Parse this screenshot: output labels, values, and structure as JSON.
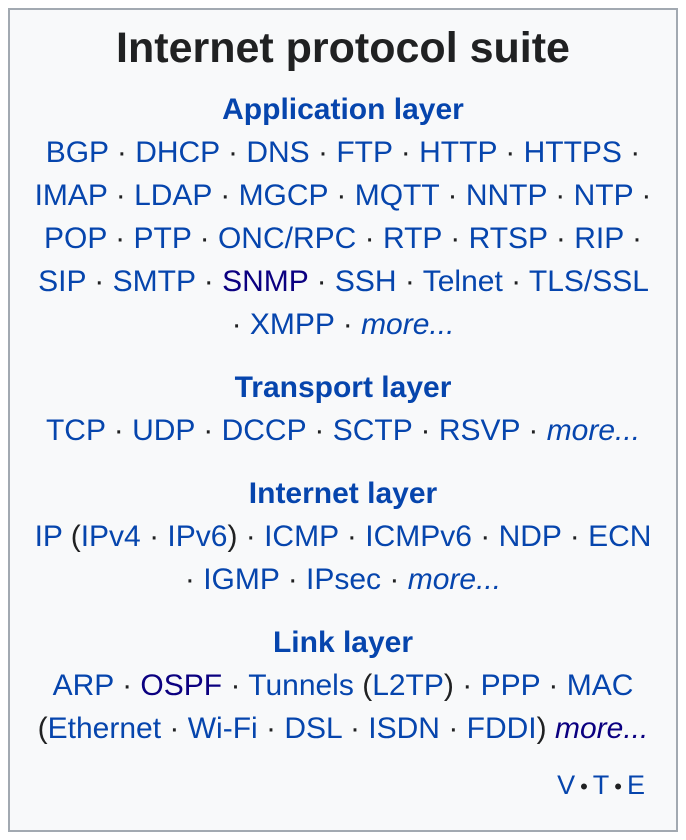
{
  "title": "Internet protocol suite",
  "colors": {
    "box_background": "#f8f9fa",
    "box_border": "#a2a9b1",
    "link": "#0645ad",
    "visited_link": "#0b0080",
    "text": "#202122"
  },
  "sections": [
    {
      "header": "Application layer",
      "tokens": [
        {
          "v": "BGP",
          "t": "link"
        },
        {
          "v": " · ",
          "t": "text"
        },
        {
          "v": "DHCP",
          "t": "link"
        },
        {
          "v": " · ",
          "t": "text"
        },
        {
          "v": "DNS",
          "t": "link"
        },
        {
          "v": " · ",
          "t": "text"
        },
        {
          "v": "FTP",
          "t": "link"
        },
        {
          "v": " · ",
          "t": "text"
        },
        {
          "v": "HTTP",
          "t": "link"
        },
        {
          "v": " · ",
          "t": "text"
        },
        {
          "v": "HTTPS",
          "t": "link"
        },
        {
          "v": " · ",
          "t": "text"
        },
        {
          "v": "IMAP",
          "t": "link"
        },
        {
          "v": " · ",
          "t": "text"
        },
        {
          "v": "LDAP",
          "t": "link"
        },
        {
          "v": " · ",
          "t": "text"
        },
        {
          "v": "MGCP",
          "t": "link"
        },
        {
          "v": " · ",
          "t": "text"
        },
        {
          "v": "MQTT",
          "t": "link"
        },
        {
          "v": " · ",
          "t": "text"
        },
        {
          "v": "NNTP",
          "t": "link"
        },
        {
          "v": " · ",
          "t": "text"
        },
        {
          "v": "NTP",
          "t": "link"
        },
        {
          "v": " · ",
          "t": "text"
        },
        {
          "v": "POP",
          "t": "link"
        },
        {
          "v": " · ",
          "t": "text"
        },
        {
          "v": "PTP",
          "t": "link"
        },
        {
          "v": " · ",
          "t": "text"
        },
        {
          "v": "ONC/RPC",
          "t": "link"
        },
        {
          "v": " · ",
          "t": "text"
        },
        {
          "v": "RTP",
          "t": "link"
        },
        {
          "v": " · ",
          "t": "text"
        },
        {
          "v": "RTSP",
          "t": "link"
        },
        {
          "v": " · ",
          "t": "text"
        },
        {
          "v": "RIP",
          "t": "link"
        },
        {
          "v": " · ",
          "t": "text"
        },
        {
          "v": "SIP",
          "t": "link"
        },
        {
          "v": " · ",
          "t": "text"
        },
        {
          "v": "SMTP",
          "t": "link"
        },
        {
          "v": " · ",
          "t": "text"
        },
        {
          "v": "SNMP",
          "t": "visited"
        },
        {
          "v": " · ",
          "t": "text"
        },
        {
          "v": "SSH",
          "t": "link"
        },
        {
          "v": " · ",
          "t": "text"
        },
        {
          "v": "Telnet",
          "t": "link"
        },
        {
          "v": " · ",
          "t": "text"
        },
        {
          "v": "TLS/SSL",
          "t": "link"
        },
        {
          "v": " · ",
          "t": "text"
        },
        {
          "v": "XMPP",
          "t": "link"
        },
        {
          "v": " · ",
          "t": "text"
        },
        {
          "v": "more...",
          "t": "more"
        }
      ]
    },
    {
      "header": "Transport layer",
      "tokens": [
        {
          "v": "TCP",
          "t": "link"
        },
        {
          "v": " · ",
          "t": "text"
        },
        {
          "v": "UDP",
          "t": "link"
        },
        {
          "v": " · ",
          "t": "text"
        },
        {
          "v": "DCCP",
          "t": "link"
        },
        {
          "v": " · ",
          "t": "text"
        },
        {
          "v": "SCTP",
          "t": "link"
        },
        {
          "v": " · ",
          "t": "text"
        },
        {
          "v": "RSVP",
          "t": "link"
        },
        {
          "v": " · ",
          "t": "text"
        },
        {
          "v": "more...",
          "t": "more"
        }
      ]
    },
    {
      "header": "Internet layer",
      "tokens": [
        {
          "v": "IP",
          "t": "link"
        },
        {
          "v": " (",
          "t": "text"
        },
        {
          "v": "IPv4",
          "t": "link"
        },
        {
          "v": " · ",
          "t": "text"
        },
        {
          "v": "IPv6",
          "t": "link"
        },
        {
          "v": ") · ",
          "t": "text"
        },
        {
          "v": "ICMP",
          "t": "link"
        },
        {
          "v": " · ",
          "t": "text"
        },
        {
          "v": "ICMPv6",
          "t": "link"
        },
        {
          "v": " · ",
          "t": "text"
        },
        {
          "v": "NDP",
          "t": "link"
        },
        {
          "v": " · ",
          "t": "text"
        },
        {
          "v": "ECN",
          "t": "link"
        },
        {
          "v": " · ",
          "t": "text"
        },
        {
          "v": "IGMP",
          "t": "link"
        },
        {
          "v": " · ",
          "t": "text"
        },
        {
          "v": "IPsec",
          "t": "link"
        },
        {
          "v": " · ",
          "t": "text"
        },
        {
          "v": "more...",
          "t": "more"
        }
      ]
    },
    {
      "header": "Link layer",
      "tokens": [
        {
          "v": "ARP",
          "t": "link"
        },
        {
          "v": " · ",
          "t": "text"
        },
        {
          "v": "OSPF",
          "t": "visited"
        },
        {
          "v": " · ",
          "t": "text"
        },
        {
          "v": "Tunnels",
          "t": "link"
        },
        {
          "v": " (",
          "t": "text"
        },
        {
          "v": "L2TP",
          "t": "link"
        },
        {
          "v": ") · ",
          "t": "text"
        },
        {
          "v": "PPP",
          "t": "link"
        },
        {
          "v": " · ",
          "t": "text"
        },
        {
          "v": "MAC",
          "t": "link"
        },
        {
          "v": " (",
          "t": "text"
        },
        {
          "v": "Ethernet",
          "t": "link"
        },
        {
          "v": " · ",
          "t": "text"
        },
        {
          "v": "Wi-Fi",
          "t": "link"
        },
        {
          "v": " · ",
          "t": "text"
        },
        {
          "v": "DSL",
          "t": "link"
        },
        {
          "v": " · ",
          "t": "text"
        },
        {
          "v": "ISDN",
          "t": "link"
        },
        {
          "v": " · ",
          "t": "text"
        },
        {
          "v": "FDDI",
          "t": "link"
        },
        {
          "v": ")",
          "t": "text"
        },
        {
          "v": " ",
          "t": "text"
        },
        {
          "v": "more...",
          "t": "morev"
        }
      ]
    }
  ],
  "vte": {
    "v": "V",
    "t": "T",
    "e": "E",
    "separator": "•"
  }
}
